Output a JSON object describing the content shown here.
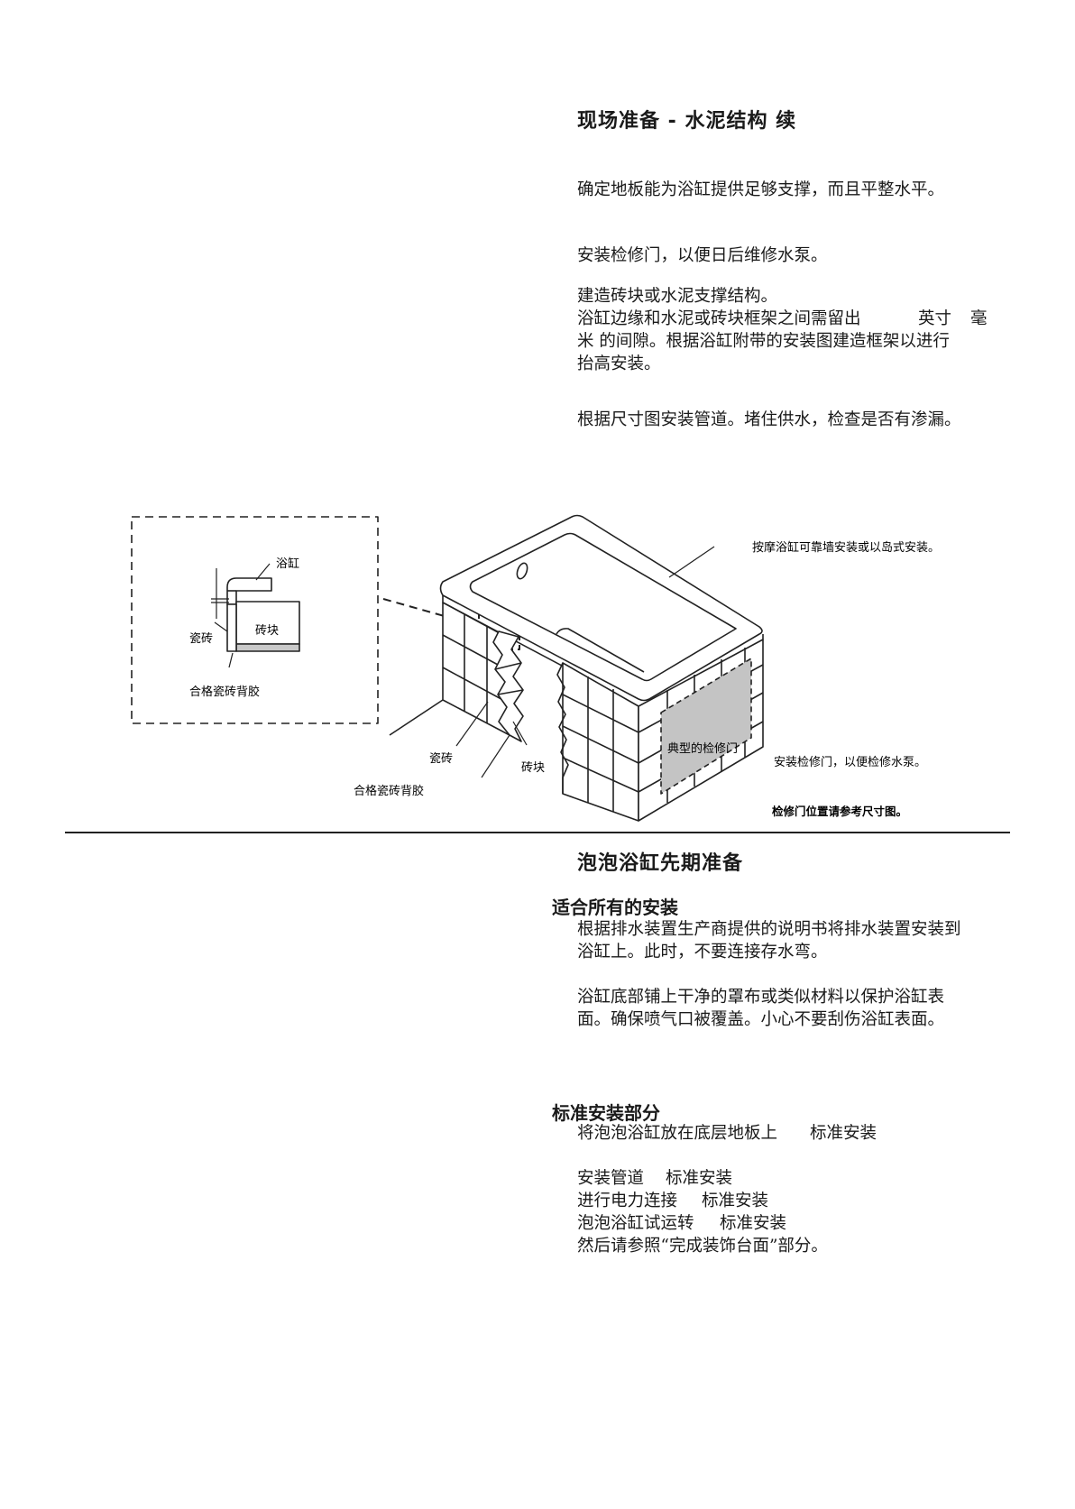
{
  "section1": {
    "title": "现场准备 - 水泥结构 续",
    "p1": "确定地板能为浴缸提供足够支撑，而且平整水平。",
    "p2": "安装检修门，以便日后维修水泵。",
    "p3": "建造砖块或水泥支撑结构。",
    "p4_line1": "浴缸边缘和水泥或砖块框架之间需留出",
    "p4_inch": "英寸",
    "p4_mm": "毫",
    "p4_line2": "米 的间隙。根据浴缸附带的安装图建造框架以进行",
    "p4_line3": "抬高安装。",
    "p5": "根据尺寸图安装管道。堵住供水，检查是否有渗漏。"
  },
  "diagram": {
    "inset_tub": "浴缸",
    "inset_brick": "砖块",
    "inset_tile": "瓷砖",
    "inset_adhesive": "合格瓷砖背胶",
    "tile": "瓷砖",
    "brick": "砖块",
    "adhesive": "合格瓷砖背胶",
    "access_door": "典型的检修门",
    "note_wall": "按摩浴缸可靠墙安装或以岛式安装。",
    "note_access": "安装检修门，以便检修水泵。",
    "note_position": "检修门位置请参考尺寸图。"
  },
  "section2": {
    "title": "泡泡浴缸先期准备",
    "all_title": "适合所有的安装",
    "a1_line1": "根据排水装置生产商提供的说明书将排水装置安装到",
    "a1_line2": "浴缸上。此时，不要连接存水弯。",
    "a2_line1": "浴缸底部铺上干净的罩布或类似材料以保护浴缸表",
    "a2_line2": "面。确保喷气口被覆盖。小心不要刮伤浴缸表面。",
    "std_title": "标准安装部分",
    "s1": "将泡泡浴缸放在底层地板上",
    "s1_tag": "标准安装",
    "s2": "安装管道",
    "s2_tag": "标准安装",
    "s3": "进行电力连接",
    "s3_tag": "标准安装",
    "s4": "泡泡浴缸试运转",
    "s4_tag": "标准安装",
    "s5": "然后请参照“完成装饰台面”部分。"
  }
}
